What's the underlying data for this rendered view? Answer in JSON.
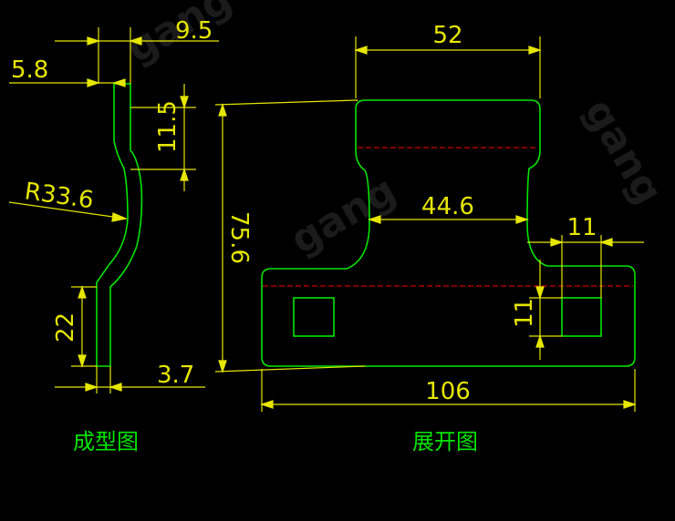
{
  "formed_view": {
    "caption": "成型图",
    "dims": {
      "width_top": "9.5",
      "thickness": "5.8",
      "height_top": "11.5",
      "radius": "R33.6",
      "height_bottom": "22",
      "thickness_bottom": "3.7"
    }
  },
  "flat_view": {
    "caption": "展开图",
    "dims": {
      "top_width": "52",
      "neck_width": "44.6",
      "slot_width": "11",
      "total_height": "75.6",
      "slot_height": "11",
      "total_width": "106"
    }
  },
  "colors": {
    "background": "#000000",
    "outline": "#00e600",
    "dimension": "#e6e600",
    "centerline": "#ff0000"
  }
}
